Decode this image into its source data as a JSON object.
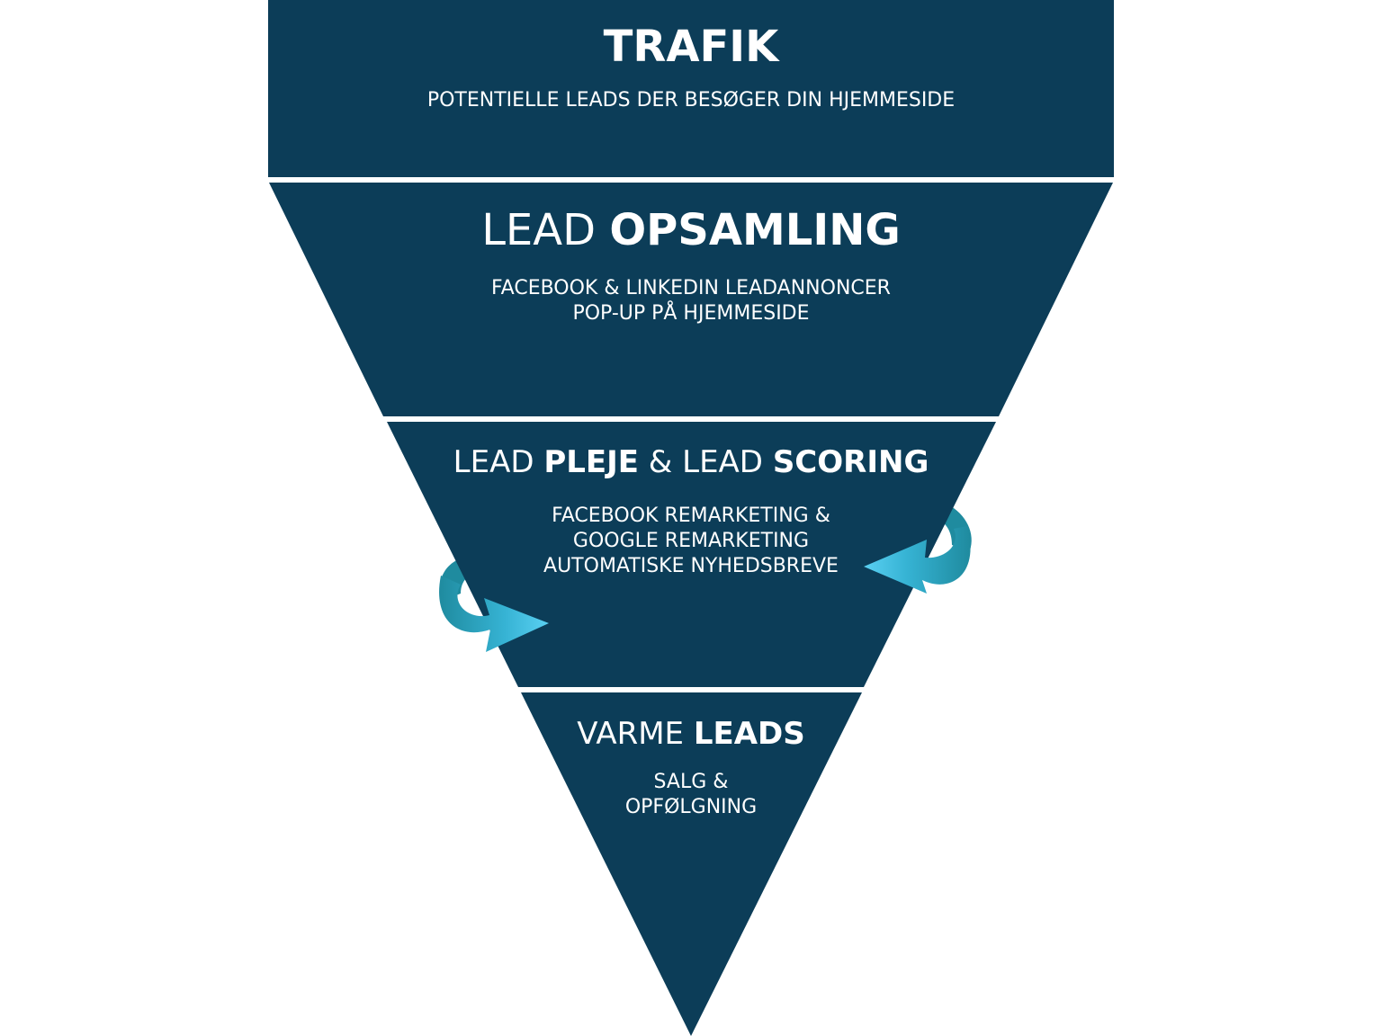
{
  "colors": {
    "funnel_fill": "#0c3d58",
    "divider": "#ffffff",
    "arrow_light": "#4fc7ec",
    "arrow_dark": "#1f8b9f",
    "text": "#ffffff"
  },
  "stages": [
    {
      "id": "trafik",
      "title_light": "",
      "title_bold": "TRAFIK",
      "lines": [
        "POTENTIELLE LEADS DER BESØGER DIN HJEMMESIDE"
      ]
    },
    {
      "id": "lead-opsamling",
      "title_light": "LEAD ",
      "title_bold": "OPSAMLING",
      "lines": [
        "FACEBOOK & LINKEDIN LEADANNONCER",
        "POP-UP PÅ HJEMMESIDE"
      ]
    },
    {
      "id": "lead-pleje",
      "title_parts": [
        {
          "text": "LEAD ",
          "bold": false
        },
        {
          "text": "PLEJE",
          "bold": true
        },
        {
          "text": " & LEAD ",
          "bold": false
        },
        {
          "text": "SCORING",
          "bold": true
        }
      ],
      "lines": [
        "FACEBOOK REMARKETING &",
        "GOOGLE REMARKETING",
        "AUTOMATISKE NYHEDSBREVE"
      ]
    },
    {
      "id": "varme-leads",
      "title_light": "VARME ",
      "title_bold": "LEADS",
      "lines": [
        "SALG &",
        "OPFØLGNING"
      ]
    }
  ],
  "icons": {
    "left_arrow": "curved-arrow-right-icon",
    "right_arrow": "curved-arrow-left-icon"
  }
}
